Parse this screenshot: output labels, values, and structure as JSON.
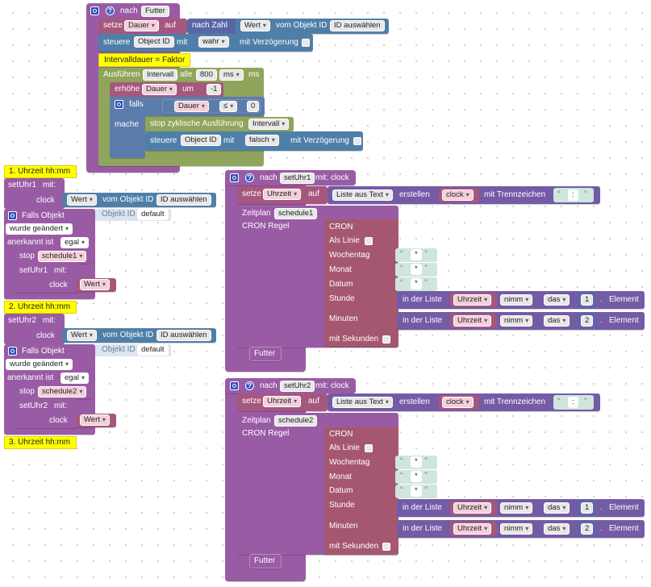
{
  "func_futter": {
    "header_label": "nach",
    "header_name": "Futter",
    "setze_label": "setze",
    "setze_var": "Dauer",
    "setze_auf": "auf",
    "nach_zahl": "nach Zahl",
    "wert": "Wert",
    "vom_objekt": "vom Objekt ID",
    "id_select": "ID auswählen",
    "steuere": "steuere",
    "object_id": "Object ID",
    "mit": "mit",
    "wahr": "wahr",
    "mit_verzoegerung": "mit Verzögerung",
    "comment": "Intervalldauer = Faktor",
    "ausfuehren": "Ausführen",
    "intervall": "Intervall",
    "alle": "alle",
    "ms_value": "800",
    "ms_unit": "ms",
    "ms_label": "ms",
    "erhoehe": "erhöhe",
    "erhoehe_var": "Dauer",
    "um": "um",
    "um_value": "-1",
    "falls": "falls",
    "cond_var": "Dauer",
    "cond_op": "≤",
    "cond_value": "0",
    "mache": "mache",
    "stop_label": "stop zyklische Ausführung",
    "stop_var": "Intervall",
    "steuere2": "steuere",
    "object_id2": "Object ID",
    "mit2": "mit",
    "falsch": "falsch",
    "mit_verzoegerung2": "mit Verzögerung"
  },
  "left_stack": [
    {
      "comment": "1. Uhrzeit hh:mm",
      "call": "setUhr1",
      "mit": "mit:",
      "clock_label": "clock",
      "wert": "Wert",
      "vom_objekt": "vom Objekt ID",
      "id_select": "ID auswählen",
      "falls_objekt": "Falls Objekt",
      "objekt_id": "Objekt ID",
      "default": "default",
      "geaendert": "wurde geändert",
      "anerkannt": "anerkannt ist",
      "egal": "egal",
      "stop": "stop",
      "schedule": "schedule1",
      "inner_call": "setUhr1",
      "inner_mit": "mit:",
      "inner_clock": "clock",
      "inner_wert": "Wert"
    },
    {
      "comment": "2. Uhrzeit hh:mm",
      "call": "setUhr2",
      "mit": "mit:",
      "clock_label": "clock",
      "wert": "Wert",
      "vom_objekt": "vom Objekt ID",
      "id_select": "ID auswählen",
      "falls_objekt": "Falls Objekt",
      "objekt_id": "Objekt ID",
      "default": "default",
      "geaendert": "wurde geändert",
      "anerkannt": "anerkannt ist",
      "egal": "egal",
      "stop": "stop",
      "schedule": "schedule2",
      "inner_call": "setUhr2",
      "inner_mit": "mit:",
      "inner_clock": "clock",
      "inner_wert": "Wert"
    }
  ],
  "left_comment3": "3. Uhrzeit hh:mm",
  "funcs": [
    {
      "nach": "nach",
      "name": "setUhr1",
      "param": "mit: clock",
      "setze": "setze",
      "var": "Uhrzeit",
      "auf": "auf",
      "liste_aus_text": "Liste aus Text",
      "erstellen": "erstellen",
      "clock": "clock",
      "mit_trennzeichen": "mit Trennzeichen",
      "trenn": ":",
      "zeitplan": "Zeitplan",
      "schedule": "schedule1",
      "cron_regel": "CRON Regel",
      "cron": "CRON",
      "als_linie": "Als Linie",
      "wochentag": "Wochentag",
      "monat": "Monat",
      "datum": "Datum",
      "star": "*",
      "stunde": "Stunde",
      "minuten": "Minuten",
      "in_der_liste": "in der Liste",
      "uhrzeit": "Uhrzeit",
      "nimm": "nimm",
      "das": "das",
      "idx1": "1",
      "idx2": "2",
      "dot": ".",
      "element": "Element",
      "mit_sekunden": "mit Sekunden",
      "futter": "Futter"
    },
    {
      "nach": "nach",
      "name": "setUhr2",
      "param": "mit: clock",
      "setze": "setze",
      "var": "Uhrzeit",
      "auf": "auf",
      "liste_aus_text": "Liste aus Text",
      "erstellen": "erstellen",
      "clock": "clock",
      "mit_trennzeichen": "mit Trennzeichen",
      "trenn": ":",
      "zeitplan": "Zeitplan",
      "schedule": "schedule2",
      "cron_regel": "CRON Regel",
      "cron": "CRON",
      "als_linie": "Als Linie",
      "wochentag": "Wochentag",
      "monat": "Monat",
      "datum": "Datum",
      "star": "*",
      "stunde": "Stunde",
      "minuten": "Minuten",
      "in_der_liste": "in der Liste",
      "uhrzeit": "Uhrzeit",
      "nimm": "nimm",
      "das": "das",
      "idx1": "1",
      "idx2": "2",
      "dot": ".",
      "element": "Element",
      "mit_sekunden": "mit Sekunden",
      "futter": "Futter"
    }
  ],
  "colors": {
    "function": "#9a5ba5",
    "variable": "#a5577d",
    "object": "#4f7fa8",
    "loop": "#8fa55b",
    "logic": "#5c7cab",
    "math": "#5b67a5",
    "text": "#5ba58c",
    "list": "#745ba5",
    "comment": "#ffff00",
    "cron": "#a5576f"
  }
}
